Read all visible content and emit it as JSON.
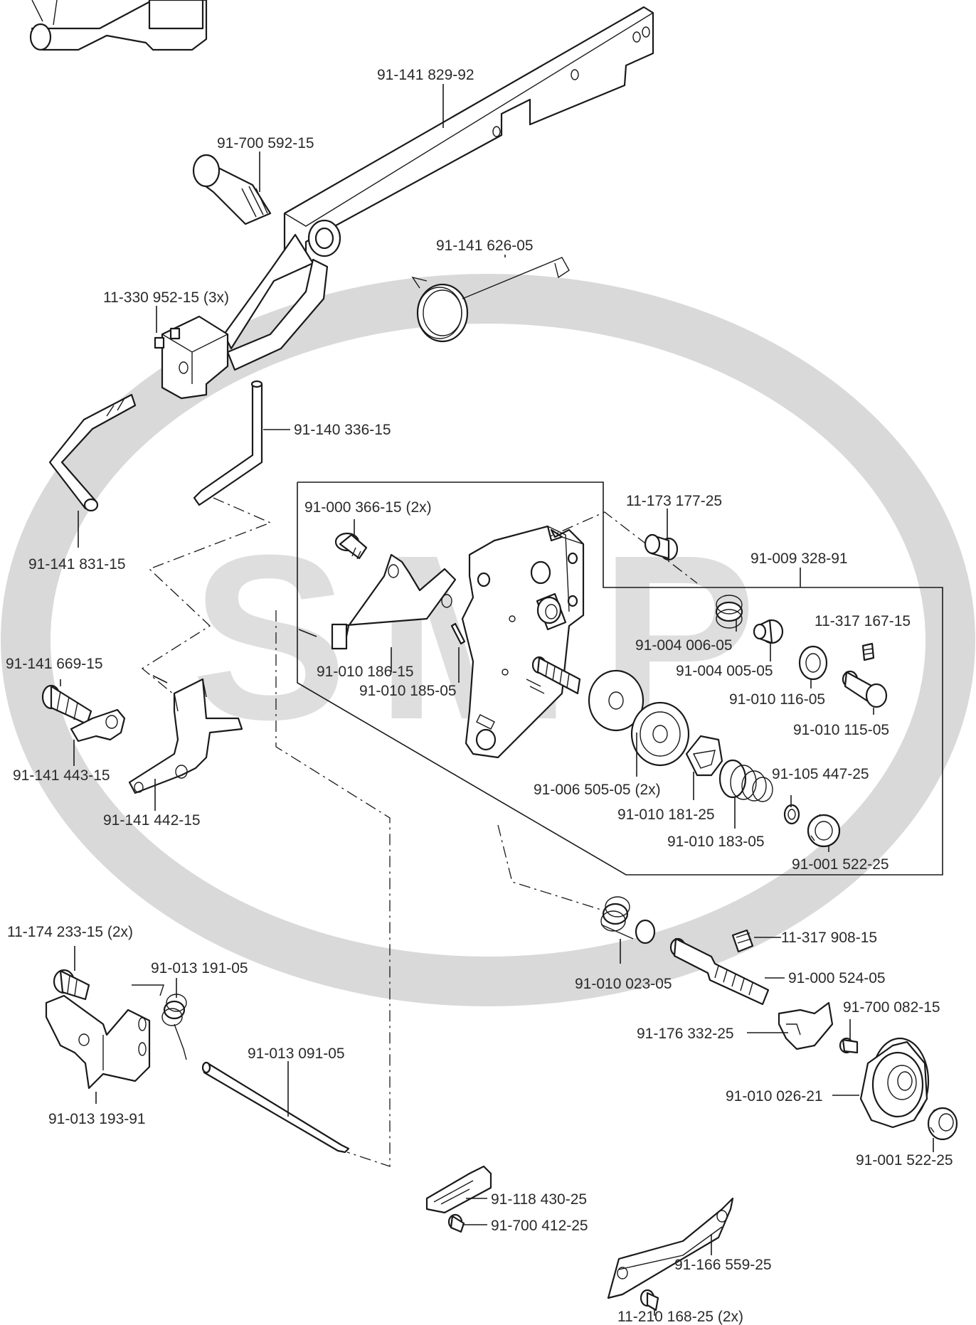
{
  "watermark": {
    "text": "SMP"
  },
  "parts": [
    {
      "id": "p1",
      "number": "91-141 829-92"
    },
    {
      "id": "p2",
      "number": "91-700 592-15"
    },
    {
      "id": "p3",
      "number": "91-141 626-05"
    },
    {
      "id": "p4",
      "number": "11-330 952-15 (3x)"
    },
    {
      "id": "p5",
      "number": "91-140 336-15"
    },
    {
      "id": "p6",
      "number": "91-141 831-15"
    },
    {
      "id": "p7",
      "number": "91-000 366-15 (2x)"
    },
    {
      "id": "p8",
      "number": "11-173 177-25"
    },
    {
      "id": "p9",
      "number": "91-009 328-91"
    },
    {
      "id": "p10",
      "number": "11-317 167-15"
    },
    {
      "id": "p11",
      "number": "91-004 006-05"
    },
    {
      "id": "p12",
      "number": "91-004 005-05"
    },
    {
      "id": "p13",
      "number": "91-010 116-05"
    },
    {
      "id": "p14",
      "number": "91-010 115-05"
    },
    {
      "id": "p15",
      "number": "91-141 669-15"
    },
    {
      "id": "p16",
      "number": "91-010 186-15"
    },
    {
      "id": "p17",
      "number": "91-010 185-05"
    },
    {
      "id": "p18",
      "number": "91-141 443-15"
    },
    {
      "id": "p19",
      "number": "91-141 442-15"
    },
    {
      "id": "p20",
      "number": "91-006 505-05 (2x)"
    },
    {
      "id": "p21",
      "number": "91-010 181-25"
    },
    {
      "id": "p22",
      "number": "91-105 447-25"
    },
    {
      "id": "p23",
      "number": "91-010 183-05"
    },
    {
      "id": "p24",
      "number": "91-001 522-25"
    },
    {
      "id": "p25",
      "number": "11-174 233-15 (2x)"
    },
    {
      "id": "p26",
      "number": "91-013 191-05"
    },
    {
      "id": "p27",
      "number": "11-317 908-15"
    },
    {
      "id": "p28",
      "number": "91-000 524-05"
    },
    {
      "id": "p29",
      "number": "91-010 023-05"
    },
    {
      "id": "p30",
      "number": "91-013 091-05"
    },
    {
      "id": "p31",
      "number": "91-700 082-15"
    },
    {
      "id": "p32",
      "number": "91-176 332-25"
    },
    {
      "id": "p33",
      "number": "91-010 026-21"
    },
    {
      "id": "p34",
      "number": "91-013 193-91"
    },
    {
      "id": "p35",
      "number": "91-001 522-25"
    },
    {
      "id": "p36",
      "number": "91-118 430-25"
    },
    {
      "id": "p37",
      "number": "91-700 412-25"
    },
    {
      "id": "p38",
      "number": "91-166 559-25"
    },
    {
      "id": "p39",
      "number": "11-210 168-25 (2x)"
    }
  ]
}
